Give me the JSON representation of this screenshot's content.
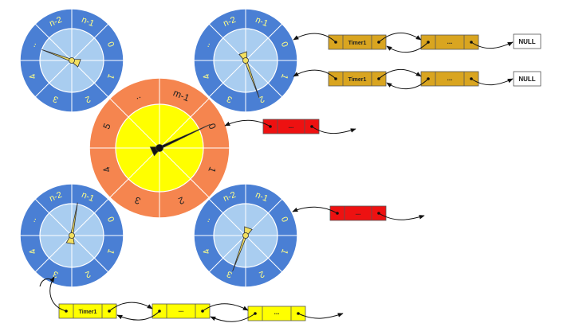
{
  "colors": {
    "blue_ring": "#4a7fd4",
    "blue_inner": "#a9cdf0",
    "orange_ring": "#f5854f",
    "yellow_inner": "#ffff00",
    "orange_node": "#d9a520",
    "red_node": "#ee1111",
    "yellow_node": "#ffff00",
    "needle_yellow": "#f3e060",
    "needle_dark": "#111111",
    "ring_label": "#ffff88",
    "main_label": "#222222"
  },
  "wheels": {
    "top_left": {
      "labels": [
        "n-1",
        "0",
        "1",
        "2",
        "3",
        "4",
        "..",
        "n-2"
      ]
    },
    "top_right": {
      "labels": [
        "n-1",
        "0",
        "1",
        "2",
        "3",
        "4",
        "..",
        "n-2"
      ]
    },
    "main": {
      "labels": [
        "m-1",
        "0",
        "1",
        "2",
        "3",
        "4",
        "5",
        ".."
      ]
    },
    "bottom_left": {
      "labels": [
        "n-1",
        "0",
        "1",
        "2",
        "3",
        "4",
        "..",
        "n-2"
      ]
    },
    "bottom_right": {
      "labels": [
        "n-1",
        "0",
        "1",
        "2",
        "3",
        "4",
        "..",
        "n-2"
      ]
    }
  },
  "lists": {
    "top_row1": {
      "node1": "Timer1",
      "node2": "...",
      "end": "NULL"
    },
    "top_row2": {
      "node1": "Timer1",
      "node2": "...",
      "end": "NULL"
    },
    "main_red": {
      "node": "..."
    },
    "right_red": {
      "node": "..."
    },
    "bottom": {
      "node1": "Timer1",
      "node2": "...",
      "node3": "..."
    }
  }
}
